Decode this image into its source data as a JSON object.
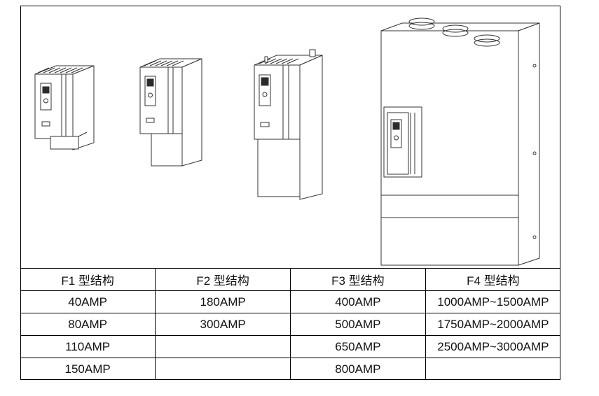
{
  "table": {
    "headers": [
      "F1 型结构",
      "F2 型结构",
      "F3 型结构",
      "F4 型结构"
    ],
    "rows": [
      [
        "40AMP",
        "180AMP",
        "400AMP",
        "1000AMP~1500AMP"
      ],
      [
        "80AMP",
        "300AMP",
        "500AMP",
        "1750AMP~2000AMP"
      ],
      [
        "110AMP",
        "",
        "650AMP",
        "2500AMP~3000AMP"
      ],
      [
        "150AMP",
        "",
        "800AMP",
        ""
      ]
    ]
  },
  "colors": {
    "line": "#000000",
    "stroke": "#333333",
    "panel_dark": "#2a2a2a",
    "fill": "#ffffff"
  }
}
